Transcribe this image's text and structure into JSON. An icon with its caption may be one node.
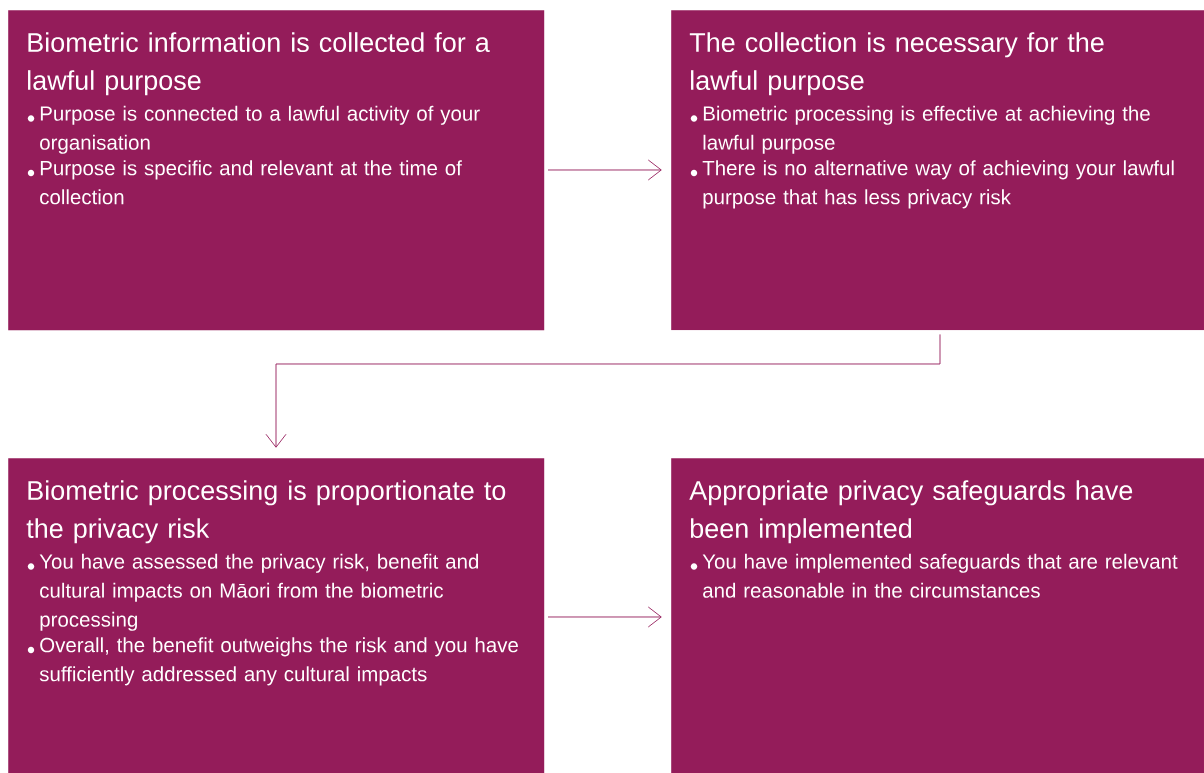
{
  "diagram": {
    "nodes": [
      {
        "text": [
          "Biometric information is collected for a lawful purpose",
          "Purpose is connected to a lawful activity of your organisation",
          "Purpose is specific and relevant at the time of collection"
        ]
      },
      {
        "text": [
          "The collection is necessary for the lawful purpose",
          "Biometric processing is effective at achieving the lawful purpose",
          "There is no alternative way of achieving your lawful purpose that has less privacy risk"
        ]
      },
      {
        "text": [
          "Biometric processing is proportionate to the privacy risk",
          "You have assessed the privacy risk, benefit and cultural impacts on Māori from the biometric processing",
          "Overall, the benefit outweighs the risk and you have sufficiently addressed any cultural impacts"
        ]
      },
      {
        "text": [
          "Appropriate privacy safeguards have been implemented",
          "You have implemented safeguards that are relevant and reasonable in the circumstances"
        ]
      }
    ],
    "edges": [
      {
        "from": 0,
        "to": 1,
        "arrow": "to"
      },
      {
        "from": 1,
        "to": 2,
        "arrow": "to"
      },
      {
        "from": 2,
        "to": 3,
        "arrow": "to"
      }
    ]
  }
}
